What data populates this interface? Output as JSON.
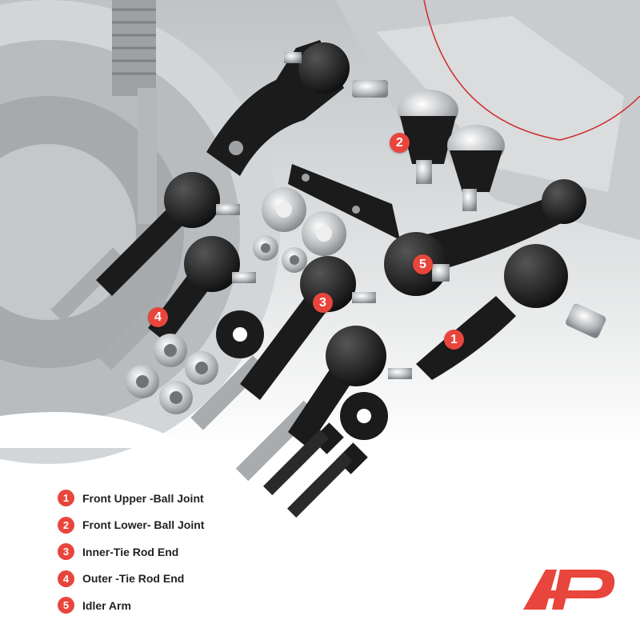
{
  "colors": {
    "accent": "#e8453c",
    "part_black": "#1b1b1b",
    "background_gray": "#cfd2d4",
    "legend_text": "#222222"
  },
  "markers": [
    {
      "label": "1"
    },
    {
      "label": "2"
    },
    {
      "label": "3"
    },
    {
      "label": "4"
    },
    {
      "label": "5"
    }
  ],
  "legend": {
    "items": [
      {
        "number": "1",
        "label": "Front Upper -Ball Joint"
      },
      {
        "number": "2",
        "label": "Front Lower- Ball Joint"
      },
      {
        "number": "3",
        "label": "Inner-Tie Rod End"
      },
      {
        "number": "4",
        "label": "Outer -Tie Rod End"
      },
      {
        "number": "5",
        "label": "Idler Arm"
      }
    ]
  },
  "logo": {
    "icon": "a-premium-logo-icon"
  }
}
